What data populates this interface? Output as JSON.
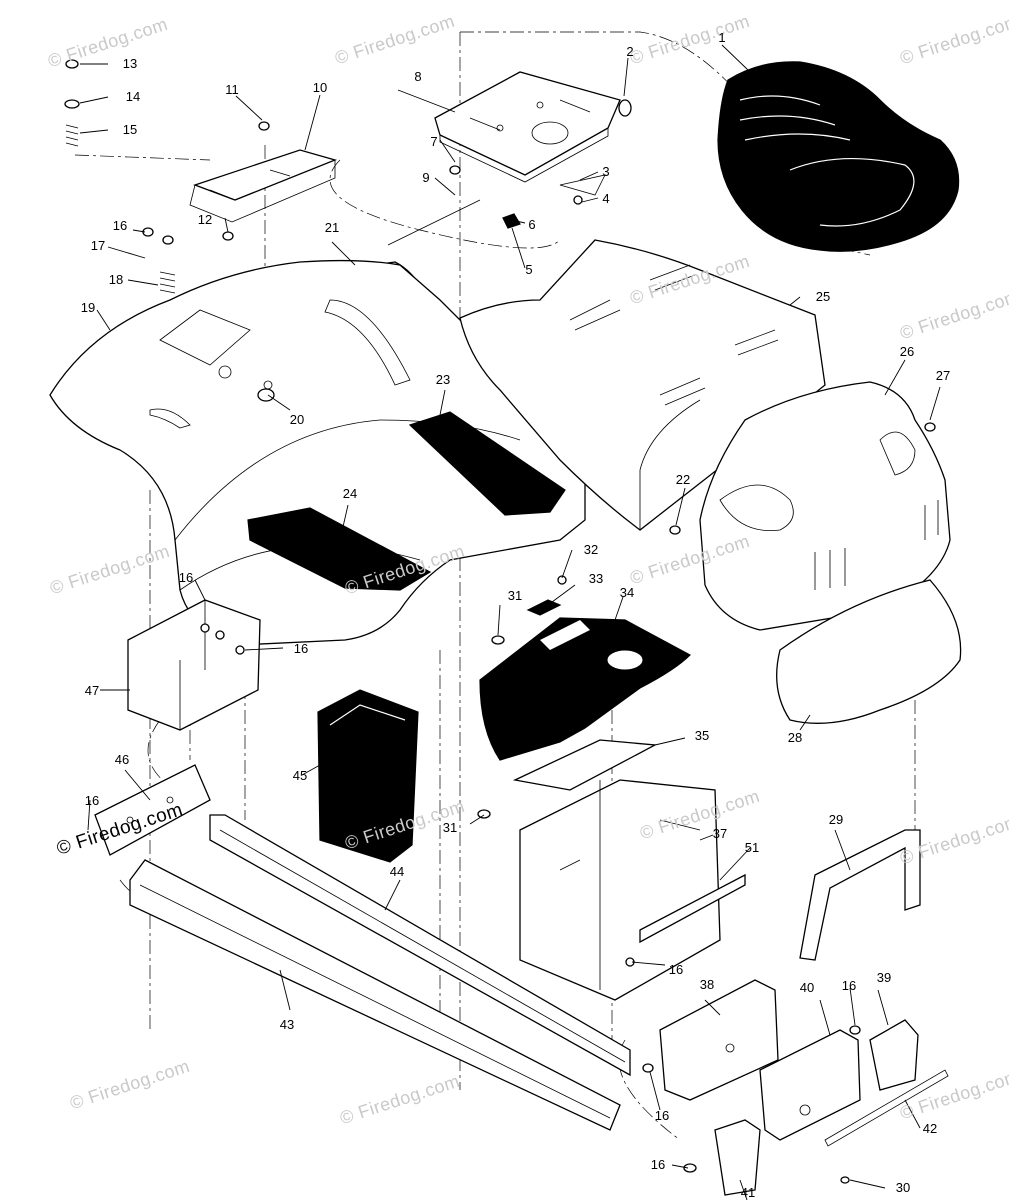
{
  "diagram": {
    "watermark": "© Firedog.com",
    "part_callouts": [
      "1",
      "2",
      "3",
      "4",
      "5",
      "6",
      "7",
      "8",
      "9",
      "10",
      "11",
      "12",
      "13",
      "14",
      "15",
      "16",
      "17",
      "18",
      "19",
      "20",
      "21",
      "22",
      "23",
      "24",
      "25",
      "26",
      "27",
      "28",
      "29",
      "30",
      "31",
      "32",
      "33",
      "34",
      "35",
      "37",
      "38",
      "39",
      "40",
      "41",
      "42",
      "43",
      "44",
      "45",
      "46",
      "47",
      "51"
    ]
  }
}
